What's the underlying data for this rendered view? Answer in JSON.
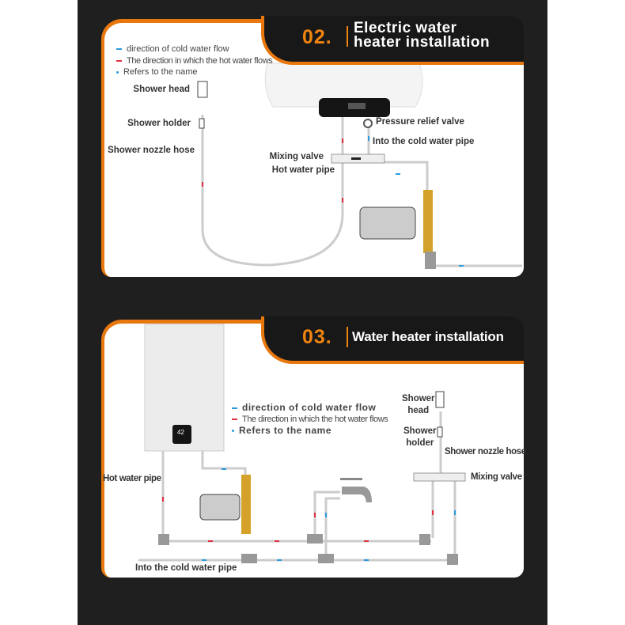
{
  "section2": {
    "number": "02.",
    "title_line1": "Electric water",
    "title_line2": "heater installation",
    "legend": [
      "direction of cold water flow",
      "The direction in which the hot water flows",
      "Refers to the name"
    ],
    "labels": {
      "shower_head": "Shower head",
      "shower_holder": "Shower holder",
      "shower_nozzle_hose": "Shower nozzle hose",
      "mixing_valve": "Mixing valve",
      "hot_water_pipe": "Hot water pipe",
      "pressure_relief_valve": "Pressure relief valve",
      "cold_water_pipe": "Into the cold water pipe"
    }
  },
  "section3": {
    "number": "03.",
    "title": "Water heater installation",
    "legend": [
      "direction of cold water flow",
      "The direction in which the hot water flows",
      "Refers to the name"
    ],
    "display": "42",
    "labels": {
      "shower_head_1": "Shower",
      "shower_head_2": "head",
      "shower_holder_1": "Shower",
      "shower_holder_2": "holder",
      "shower_nozzle_hose": "Shower nozzle hose",
      "mixing_valve": "Mixing valve",
      "hot_water_pipe": "Hot water pipe",
      "cold_water_pipe": "Into the cold water pipe"
    }
  },
  "colors": {
    "accent": "#e8780e",
    "cold": "#2a9be0",
    "hot": "#e03040",
    "panel": "#1f1f1f"
  }
}
